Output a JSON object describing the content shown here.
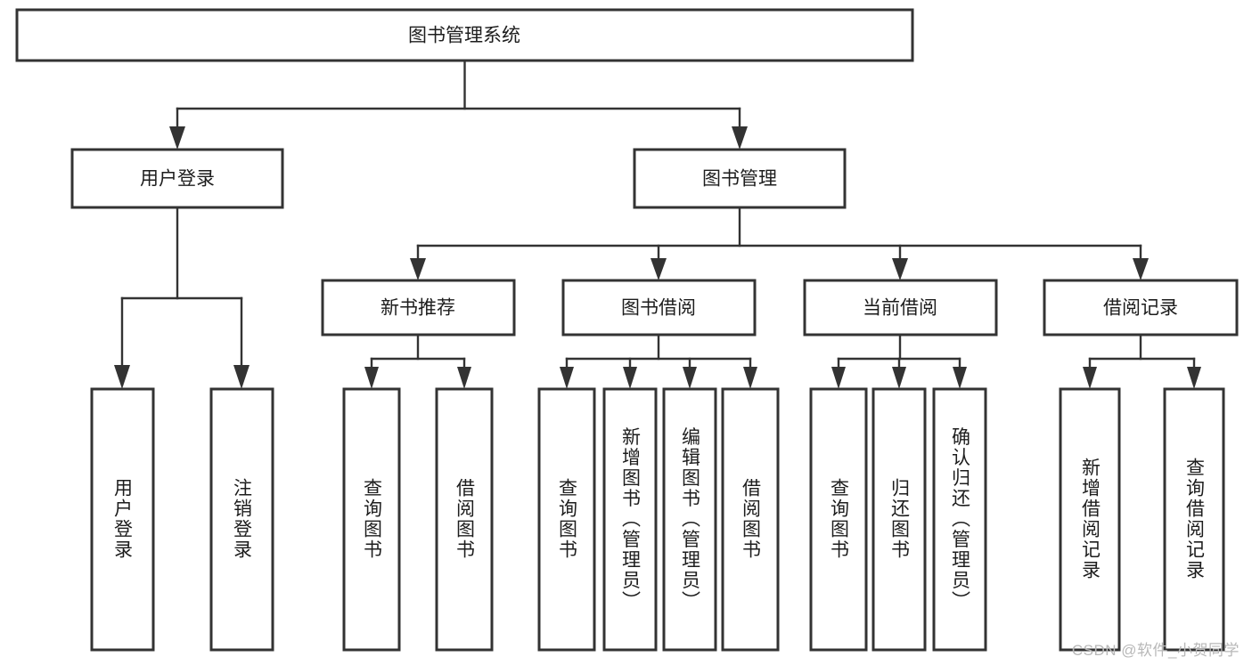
{
  "diagram": {
    "type": "tree-hierarchy",
    "title": "图书管理系统",
    "watermark": "CSDN @软件_小贺同学",
    "colors": {
      "box_stroke": "#333333",
      "box_fill": "#ffffff",
      "text": "#1d1d1d",
      "connector": "#333333",
      "watermark": "#b8b8b8",
      "background": "#ffffff"
    },
    "levels": {
      "level1": [
        {
          "id": "root",
          "label": "图书管理系统"
        }
      ],
      "level2": [
        {
          "id": "user-login",
          "label": "用户登录",
          "parent": "root"
        },
        {
          "id": "book-manage",
          "label": "图书管理",
          "parent": "root"
        }
      ],
      "level3": [
        {
          "id": "new-book-rec",
          "label": "新书推荐",
          "parent": "book-manage"
        },
        {
          "id": "book-borrow",
          "label": "图书借阅",
          "parent": "book-manage"
        },
        {
          "id": "current-borrow",
          "label": "当前借阅",
          "parent": "book-manage"
        },
        {
          "id": "borrow-record",
          "label": "借阅记录",
          "parent": "book-manage"
        }
      ],
      "leaves": [
        {
          "id": "leaf-user-login",
          "label": "用户登录",
          "parent": "user-login"
        },
        {
          "id": "leaf-logout",
          "label": "注销登录",
          "parent": "user-login"
        },
        {
          "id": "leaf-query-book-1",
          "label": "查询图书",
          "parent": "new-book-rec"
        },
        {
          "id": "leaf-borrow-book-1",
          "label": "借阅图书",
          "parent": "new-book-rec"
        },
        {
          "id": "leaf-query-book-2",
          "label": "查询图书",
          "parent": "book-borrow"
        },
        {
          "id": "leaf-add-book",
          "label": "新增图书（管理员）",
          "parent": "book-borrow"
        },
        {
          "id": "leaf-edit-book",
          "label": "编辑图书（管理员）",
          "parent": "book-borrow"
        },
        {
          "id": "leaf-borrow-book-2",
          "label": "借阅图书",
          "parent": "book-borrow"
        },
        {
          "id": "leaf-query-book-3",
          "label": "查询图书",
          "parent": "current-borrow"
        },
        {
          "id": "leaf-return-book",
          "label": "归还图书",
          "parent": "current-borrow"
        },
        {
          "id": "leaf-confirm-return",
          "label": "确认归还（管理员）",
          "parent": "current-borrow"
        },
        {
          "id": "leaf-add-record",
          "label": "新增借阅记录",
          "parent": "borrow-record"
        },
        {
          "id": "leaf-query-record",
          "label": "查询借阅记录",
          "parent": "borrow-record"
        }
      ]
    }
  }
}
